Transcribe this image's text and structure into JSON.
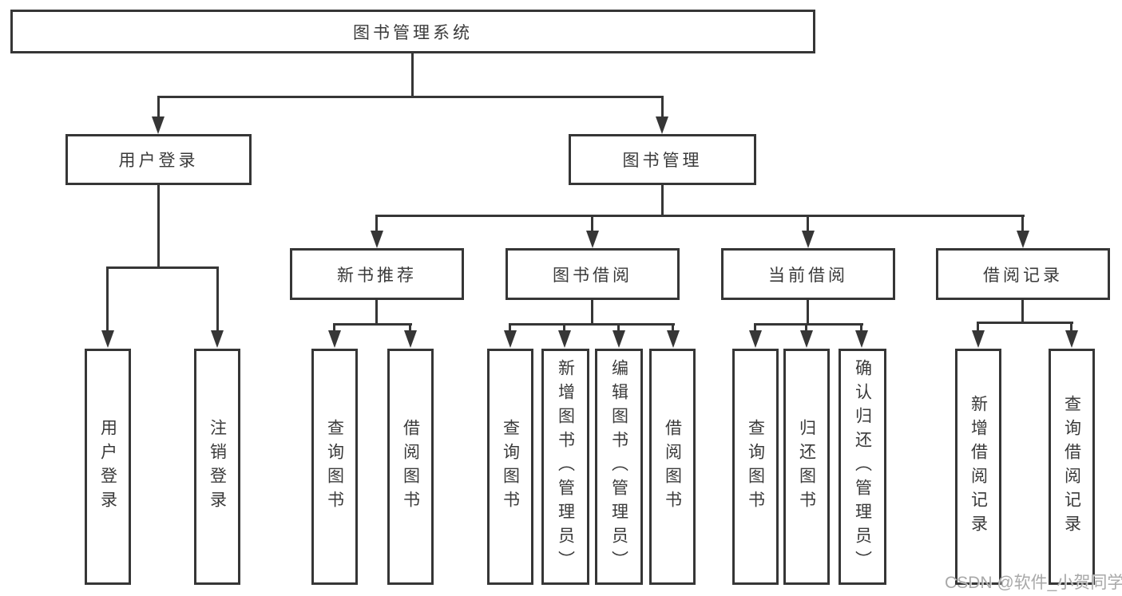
{
  "tree": {
    "root": {
      "label": "图书管理系统"
    },
    "branches": [
      {
        "label": "用户登录",
        "leaves": [
          {
            "label": "用户登录"
          },
          {
            "label": "注销登录"
          }
        ]
      },
      {
        "label": "图书管理"
      }
    ],
    "modules": [
      {
        "label": "新书推荐",
        "leaves": [
          {
            "label": "查询图书"
          },
          {
            "label": "借阅图书"
          }
        ]
      },
      {
        "label": "图书借阅",
        "leaves": [
          {
            "label": "查询图书"
          },
          {
            "label": "新增图书（管理员）"
          },
          {
            "label": "编辑图书（管理员）"
          },
          {
            "label": "借阅图书"
          }
        ]
      },
      {
        "label": "当前借阅",
        "leaves": [
          {
            "label": "查询图书"
          },
          {
            "label": "归还图书"
          },
          {
            "label": "确认归还（管理员）"
          }
        ]
      },
      {
        "label": "借阅记录",
        "leaves": [
          {
            "label": "新增借阅记录"
          },
          {
            "label": "查询借阅记录"
          }
        ]
      }
    ]
  },
  "watermark": {
    "text": "CSDN @软件_小贺同学"
  },
  "colors": {
    "line": "#363636",
    "text": "#3a3a3a",
    "watermark": "#a8a8a8",
    "bg": "#ffffff"
  }
}
